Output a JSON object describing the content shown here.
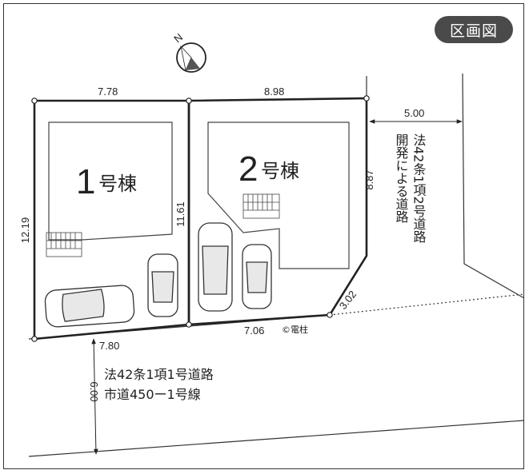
{
  "badge": "区画図",
  "compass": {
    "north_label": "N"
  },
  "lots": [
    {
      "number": "1",
      "suffix": "号棟"
    },
    {
      "number": "2",
      "suffix": "号棟"
    }
  ],
  "dimensions": {
    "lot1_top": "7.78",
    "lot2_top": "8.98",
    "lot1_bottom": "7.80",
    "lot2_bottom": "7.06",
    "lot1_left": "12.19",
    "middle": "11.61",
    "lot2_right": "8.87",
    "corner_cut": "3.02",
    "east_road_width": "5.00",
    "south_road_width": "6.00"
  },
  "utility_pole": "©電柱",
  "east_road": {
    "line1": "法42条1項2号道路",
    "line2": "開発による道路"
  },
  "south_road": {
    "line1": "法42条1項1号道路",
    "line2": "市道450ー1号線"
  }
}
